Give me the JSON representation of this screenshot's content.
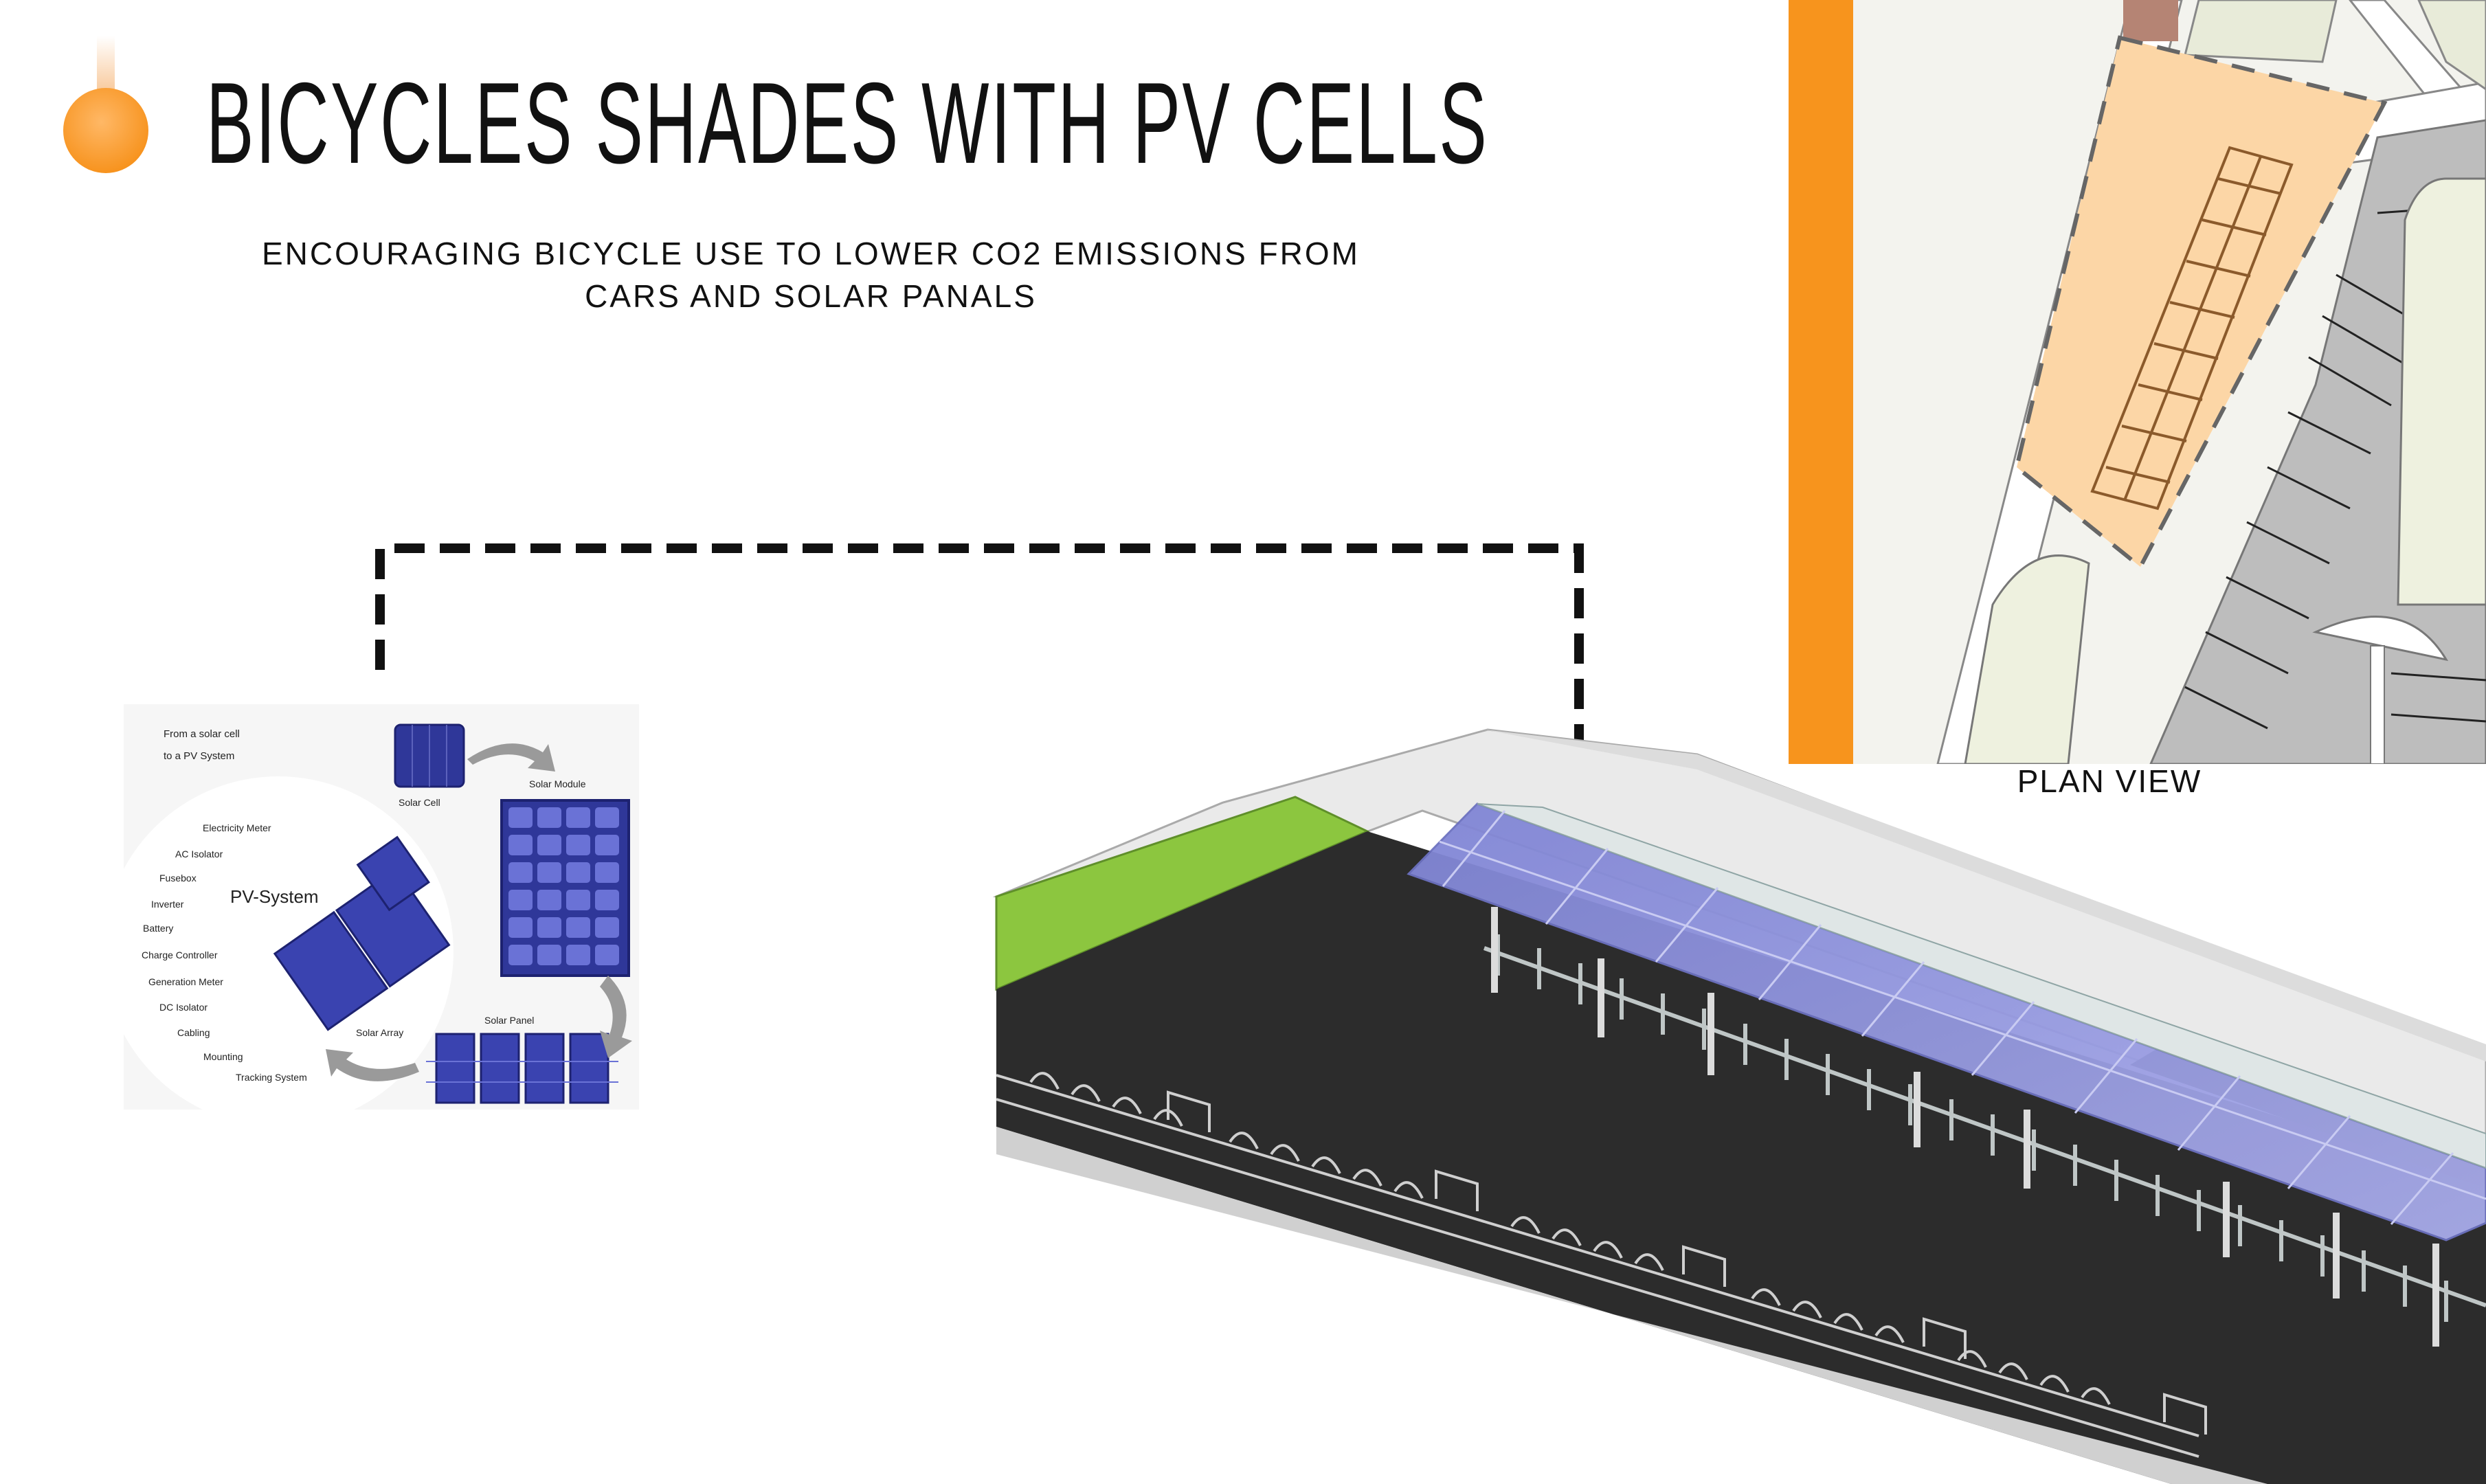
{
  "header": {
    "title": "BICYCLES SHADES WITH PV CELLS",
    "subtitle_line1": "ENCOURAGING BICYCLE USE TO LOWER CO2 EMISSIONS FROM",
    "subtitle_line2": "CARS AND SOLAR PANALS"
  },
  "plan": {
    "caption": "PLAN VIEW"
  },
  "pv_diagram": {
    "heading_line1": "From a solar cell",
    "heading_line2": "to a PV System",
    "system_label": "PV-System",
    "stages": {
      "cell": "Solar Cell",
      "module": "Solar Module",
      "panel": "Solar Panel",
      "array": "Solar Array"
    },
    "components": [
      "Electricity Meter",
      "AC Isolator",
      "Fusebox",
      "Inverter",
      "Battery",
      "Charge Controller",
      "Generation Meter",
      "DC Isolator",
      "Cabling",
      "Mounting",
      "Tracking System"
    ]
  },
  "colors": {
    "accent_orange": "#f7941d",
    "plan_highlight": "#fcd6a6",
    "panel_blue": "#8a8fd6",
    "grass": "#8cc63f",
    "asphalt": "#2c2c2c"
  },
  "icons": [
    "bulb-icon",
    "arrow-icon"
  ]
}
